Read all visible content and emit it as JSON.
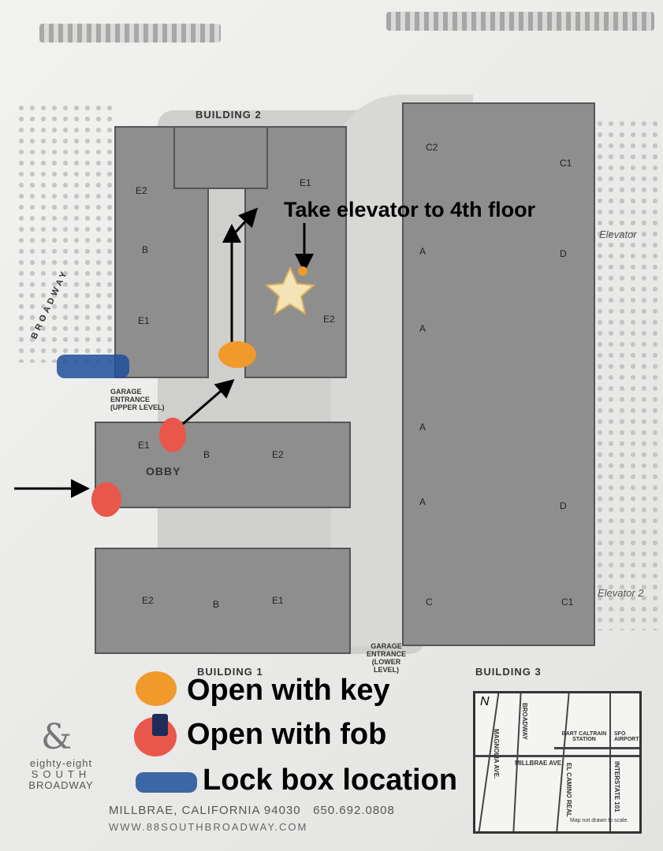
{
  "map": {
    "buildings": [
      {
        "label": "BUILDING 2"
      },
      {
        "label": "BUILDING 1"
      },
      {
        "label": "BUILDING 3"
      }
    ],
    "street": "BROADWAY",
    "garage_upper": "GARAGE ENTRANCE (UPPER LEVEL)",
    "garage_lower": "GARAGE ENTRANCE (LOWER LEVEL)",
    "lobby": "OBBY",
    "unit_types": [
      "E2",
      "E1",
      "B",
      "E1",
      "E2",
      "C2",
      "C1",
      "A",
      "D",
      "A",
      "A",
      "A",
      "D",
      "C",
      "C1",
      "E1",
      "B",
      "E2",
      "E2",
      "B",
      "E1"
    ],
    "handwritten": [
      "Elevator",
      "Elevator 2"
    ]
  },
  "annotations": {
    "elevator_note": "Take elevator to 4th floor",
    "legend": [
      {
        "label": "Open with key",
        "color": "#ef9a2a"
      },
      {
        "label": "Open with fob",
        "color": "#e9574a"
      },
      {
        "label": "Lock box location",
        "color": "#1f4f9a"
      }
    ],
    "star_icon": "star-icon"
  },
  "footer": {
    "logo_lines": [
      "eighty-eight",
      "SOUTH",
      "BROADWAY"
    ],
    "address": "MILLBRAE, CALIFORNIA 94030   650.692.0808",
    "website": "WWW.88SOUTHBROADWAY.COM"
  },
  "inset": {
    "roads": [
      "MAGNOLIA AVE.",
      "BROADWAY",
      "MILLBRAE AVE.",
      "EL CAMINO REAL",
      "INTERSTATE 101"
    ],
    "places": [
      "BART CALTRAIN STATION",
      "SFO AIRPORT"
    ],
    "note": "Map not drawn to scale."
  }
}
